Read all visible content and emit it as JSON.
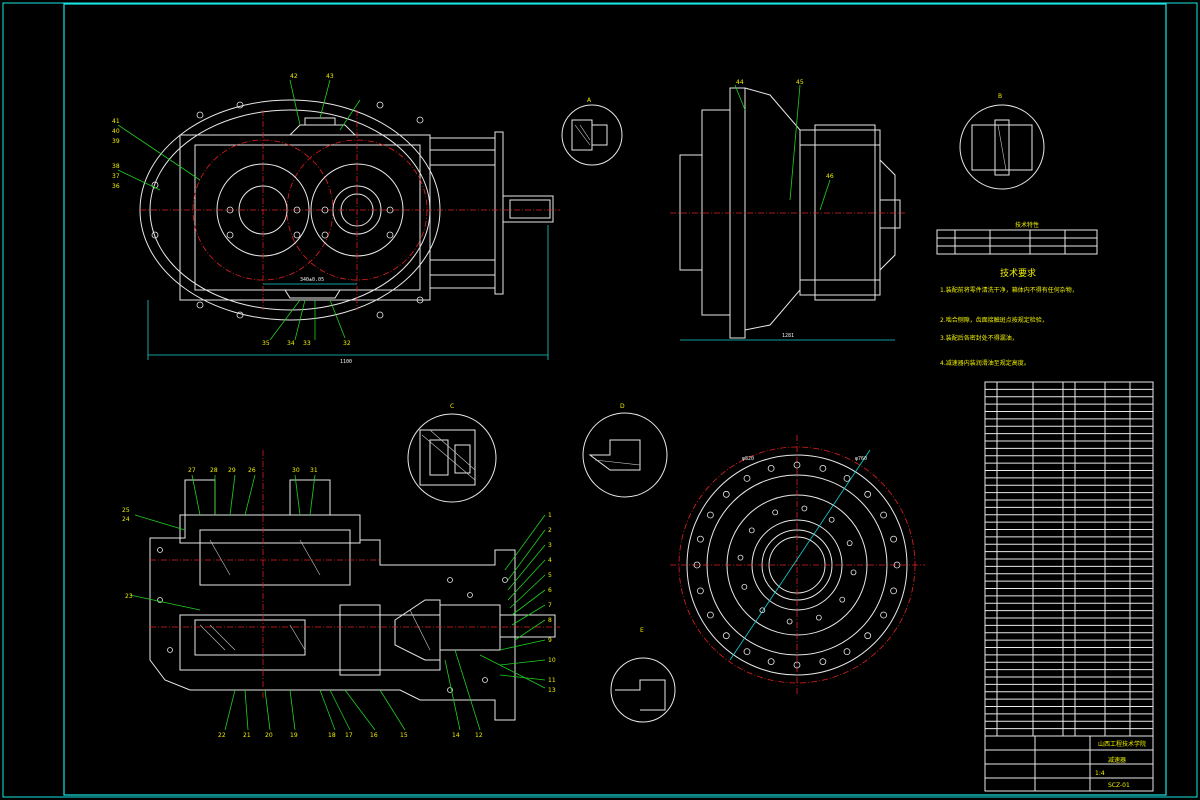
{
  "drawing": {
    "title": "技术要求",
    "requirements": [
      "1.装配前将零件清洗干净，箱体内不得有任何杂物，",
      "2.啮合侧隙，齿面接触斑点按规定检验，",
      "3.装配后各密封处不得漏油，",
      "4.减速器内装润滑油至规定高度。"
    ],
    "small_table_title": "技术特性",
    "section_labels": [
      "A",
      "B",
      "C",
      "D",
      "E"
    ],
    "part_numbers_main_view": [
      "41",
      "40",
      "39",
      "38",
      "37",
      "36",
      "42",
      "43",
      "35",
      "34",
      "33",
      "32"
    ],
    "part_numbers_section_view": [
      "25",
      "24",
      "27",
      "28",
      "29",
      "30",
      "31",
      "1",
      "2",
      "3",
      "4",
      "5",
      "6",
      "7",
      "8",
      "9",
      "10",
      "11",
      "12",
      "13",
      "14",
      "15",
      "16",
      "17",
      "18",
      "19",
      "20",
      "21",
      "22",
      "23"
    ],
    "part_numbers_side_view": [
      "44",
      "45",
      "46"
    ],
    "title_block": {
      "name": "减速器",
      "org": "山西工程技术学院",
      "scale": "1:4",
      "drawing_no": "SCZ-01"
    },
    "bom_rows": 48
  },
  "colors": {
    "background": "#000000",
    "frame": "#19e6e6",
    "geometry": "#e8e8e8",
    "centerline": "#e02020",
    "dimension": "#19d0d0",
    "leader": "#20d020",
    "text": "#f0f000"
  }
}
